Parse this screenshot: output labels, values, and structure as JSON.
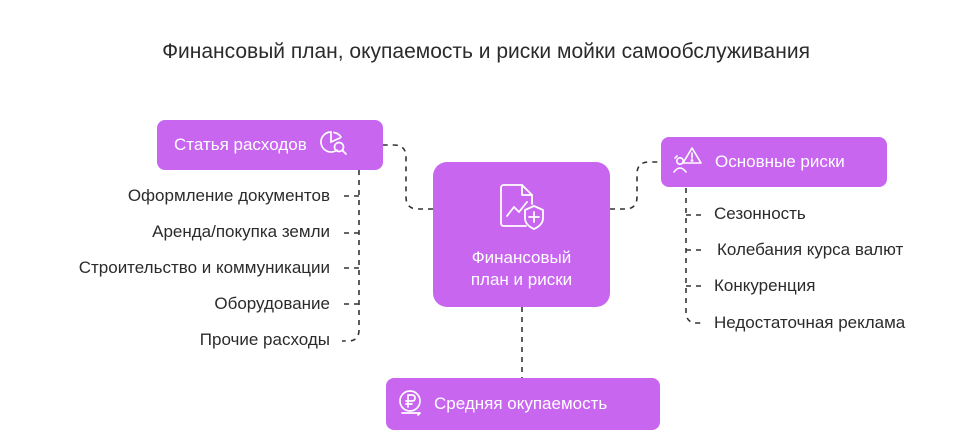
{
  "title": "Финансовый план, окупаемость и риски мойки самообслуживания",
  "center": {
    "line1": "Финансовый",
    "line2": "план и риски",
    "icon": "chart-shield-icon"
  },
  "expenses": {
    "label": "Статья расходов",
    "icon": "pie-chart-search-icon",
    "items": [
      "Оформление документов",
      "Аренда/покупка земли",
      "Строительство и коммуникации",
      "Оборудование",
      "Прочие расходы"
    ]
  },
  "risks": {
    "label": "Основные риски",
    "icon": "warning-person-icon",
    "items": [
      "Сезонность",
      "Колебания курса валют",
      "Конкуренция",
      "Недостаточная реклама"
    ]
  },
  "payback": {
    "label": "Средняя окупаемость",
    "icon": "ruble-coin-icon"
  },
  "colors": {
    "accent": "#c866f0",
    "connector": "#333333"
  }
}
